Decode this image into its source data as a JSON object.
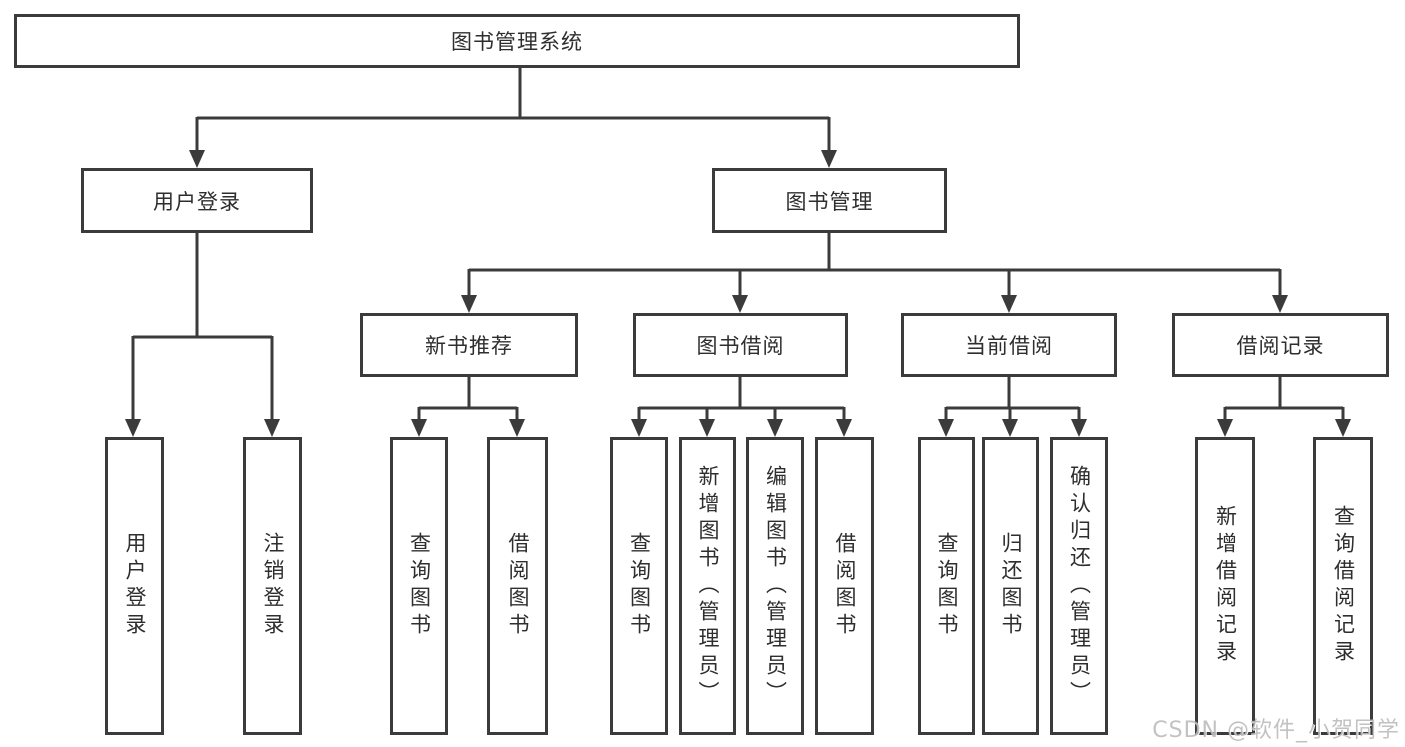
{
  "diagram": {
    "type": "tree",
    "root": {
      "label": "图书管理系统",
      "children": [
        {
          "label": "用户登录",
          "children": [
            {
              "label": "用户登录"
            },
            {
              "label": "注销登录"
            }
          ]
        },
        {
          "label": "图书管理",
          "children": [
            {
              "label": "新书推荐",
              "children": [
                {
                  "label": "查询图书"
                },
                {
                  "label": "借阅图书"
                }
              ]
            },
            {
              "label": "图书借阅",
              "children": [
                {
                  "label": "查询图书"
                },
                {
                  "label": "新增图书（管理员）"
                },
                {
                  "label": "编辑图书（管理员）"
                },
                {
                  "label": "借阅图书"
                }
              ]
            },
            {
              "label": "当前借阅",
              "children": [
                {
                  "label": "查询图书"
                },
                {
                  "label": "归还图书"
                },
                {
                  "label": "确认归还（管理员）"
                }
              ]
            },
            {
              "label": "借阅记录",
              "children": [
                {
                  "label": "新增借阅记录"
                },
                {
                  "label": "查询借阅记录"
                }
              ]
            }
          ]
        }
      ]
    }
  },
  "watermark": {
    "text": "CSDN @软件_小贺同学"
  },
  "colors": {
    "line": "#3b3b3b",
    "text": "#2e2e2e",
    "background": "#ffffff",
    "watermark": "#bcbcbc"
  }
}
